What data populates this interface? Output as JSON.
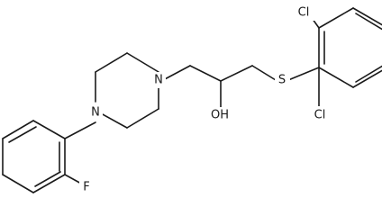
{
  "labels": {
    "chlorine_top": "Cl",
    "chlorine_bottom": "Cl",
    "sulfur": "S",
    "hydroxyl": "OH",
    "nitrogen_right": "N",
    "nitrogen_left": "N",
    "fluorine": "F"
  }
}
